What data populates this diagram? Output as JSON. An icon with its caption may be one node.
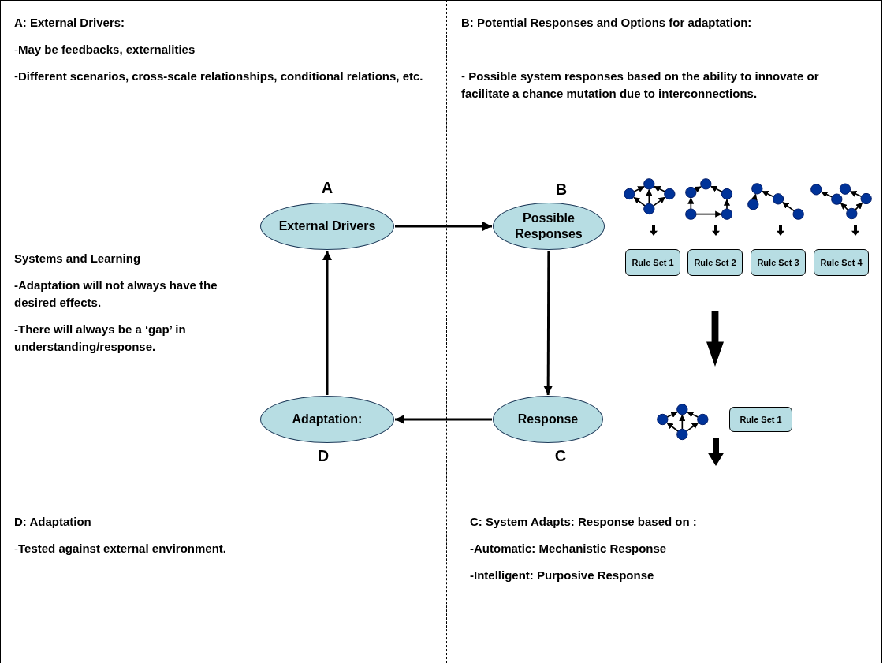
{
  "diagram": {
    "nodes": [
      {
        "text": [
          "External Drivers"
        ],
        "beside": [
          "A"
        ]
      },
      {
        "text": [
          "Possible Responses"
        ],
        "beside": [
          "B"
        ]
      },
      {
        "text": [
          "Response"
        ],
        "beside": [
          "C"
        ]
      },
      {
        "text": [
          "Adaptation:"
        ],
        "beside": [
          "D"
        ]
      },
      {
        "text": [
          "Rule Set 1"
        ]
      },
      {
        "text": [
          "Rule Set 2"
        ]
      },
      {
        "text": [
          "Rule Set 3"
        ]
      },
      {
        "text": [
          "Rule Set 4"
        ]
      },
      {
        "text": [
          "Rule Set 1"
        ]
      }
    ],
    "edges": [
      {
        "from": 0,
        "to": 1,
        "arrow": "to"
      },
      {
        "from": 1,
        "to": 2,
        "arrow": "to"
      },
      {
        "from": 2,
        "to": 3,
        "arrow": "to"
      },
      {
        "from": 3,
        "to": 0,
        "arrow": "to"
      }
    ],
    "labels": [
      "A: External Drivers:",
      "-**May be feedbacks, externalities**",
      "-**Different scenarios, cross-scale relationships, conditional relations, etc.**",
      "B: Potential Responses and Options for adaptation:",
      "- **Possible system responses based on the ability to innovate or facilitate a chance mutation due to interconnections.**",
      "Systems and Learning",
      "-Adaptation will not always have the desired effects.",
      "-There will always be a ‘gap’ in understanding/response.",
      "D:  Adaptation",
      "-**Tested against external environment.**",
      "C: System Adapts: Response based on :",
      "-Automatic: Mechanistic Response",
      "-Intelligent: Purposive Response"
    ]
  }
}
